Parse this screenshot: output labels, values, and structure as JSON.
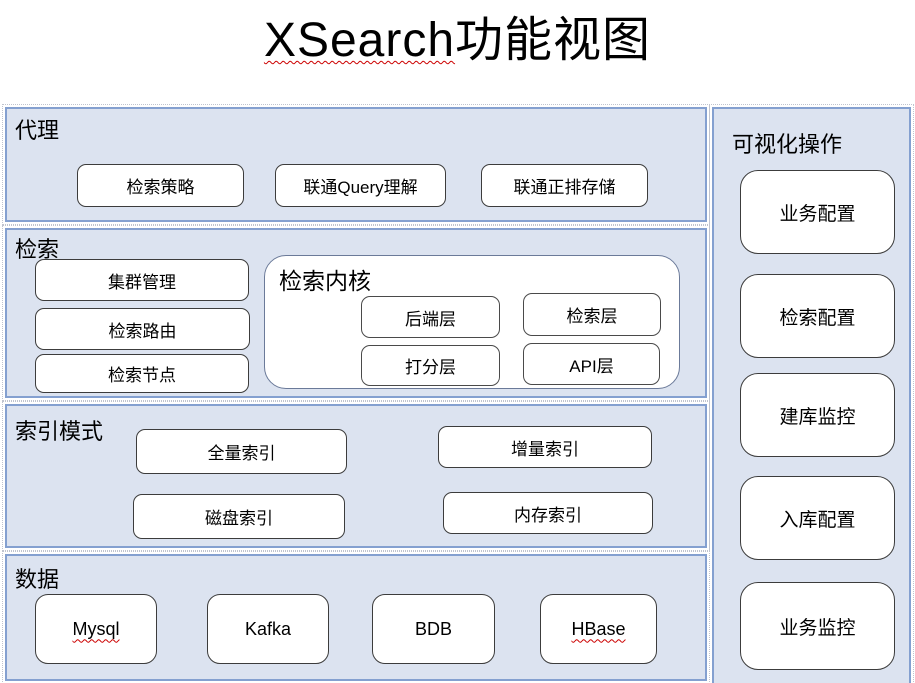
{
  "title": {
    "en": "XSearch",
    "zh": "功能视图"
  },
  "panels": [
    {
      "id": "proxy",
      "label": "代理",
      "boxes": [
        "检索策略",
        "联通Query理解",
        "联通正排存储"
      ]
    },
    {
      "id": "retrieval",
      "label": "检索",
      "boxes": [
        "集群管理",
        "检索路由",
        "检索节点"
      ],
      "kernel": {
        "label": "检索内核",
        "boxes": [
          "后端层",
          "检索层",
          "打分层",
          "API层"
        ]
      }
    },
    {
      "id": "index-mode",
      "label": "索引模式",
      "boxes": [
        "全量索引",
        "增量索引",
        "磁盘索引",
        "内存索引"
      ]
    },
    {
      "id": "data",
      "label": "数据",
      "boxes": [
        "Mysql",
        "Kafka",
        "BDB",
        "HBase"
      ]
    }
  ],
  "sidebar": {
    "label": "可视化操作",
    "boxes": [
      "业务配置",
      "检索配置",
      "建库监控",
      "入库配置",
      "业务监控"
    ]
  },
  "colors": {
    "panel_fill": "#dce3f0",
    "panel_border": "#84a0d0",
    "box_border": "#3c3c3c",
    "spellcheck_squiggle": "#cc0000"
  }
}
